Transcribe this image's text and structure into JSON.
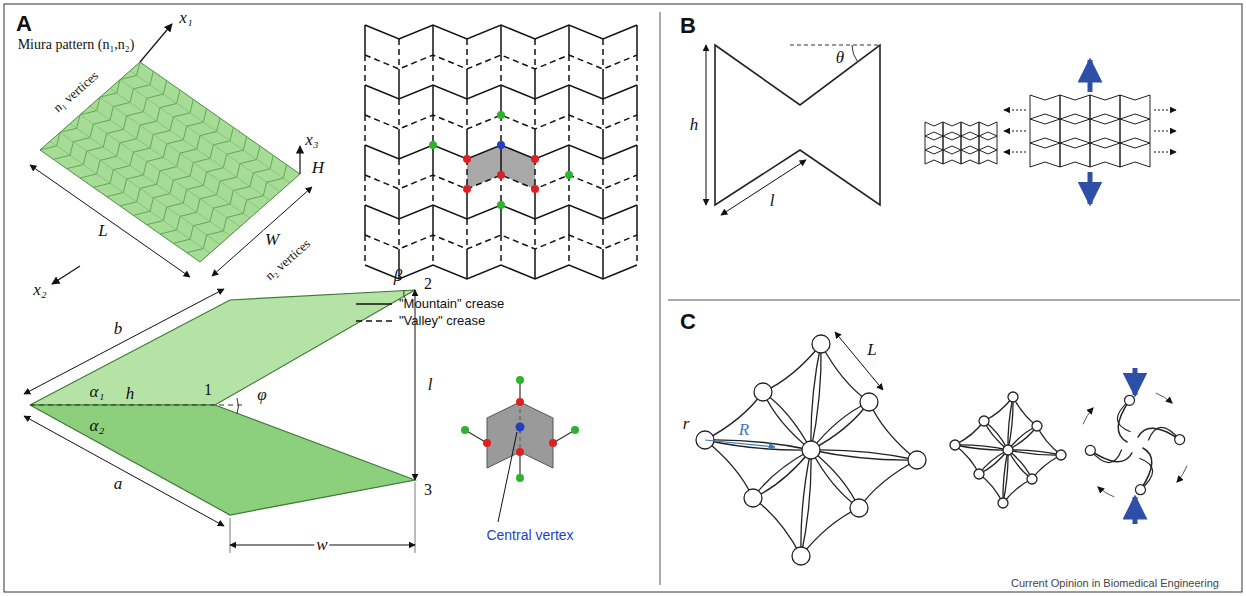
{
  "diagram": {
    "labels": [
      "A",
      "Miura pattern (n₁,n₂)",
      "x₁",
      "n₁ vertices",
      "x₃",
      "H",
      "L",
      "W",
      "n₂ vertices",
      "x₂",
      "α₁",
      "h",
      "b",
      "β",
      "2",
      "1",
      "φ",
      "l",
      "α₂",
      "a",
      "w",
      "3",
      "Central vertex",
      "B",
      "h",
      "θ",
      "l",
      "C",
      "r",
      "R",
      "L",
      "Current Opinion in Biomedical Engineering"
    ],
    "legend": [
      {
        "text": "\"Mountain\" crease"
      },
      {
        "text": "\"Valley\" crease"
      }
    ]
  }
}
